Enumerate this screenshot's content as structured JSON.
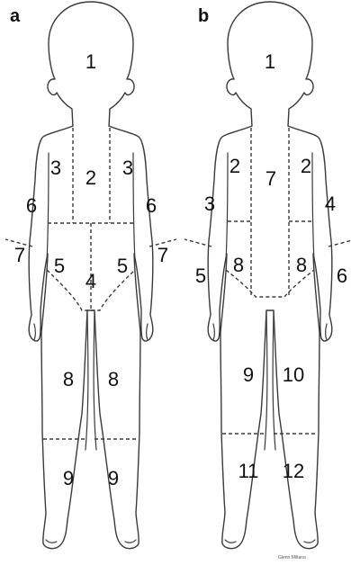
{
  "panels": [
    {
      "letter": "a",
      "regions": [
        "1",
        "3",
        "2",
        "3",
        "6",
        "6",
        "7",
        "5",
        "4",
        "5",
        "7",
        "8",
        "8",
        "9",
        "9"
      ]
    },
    {
      "letter": "b",
      "regions": [
        "1",
        "2",
        "7",
        "2",
        "3",
        "4",
        "8",
        "8",
        "5",
        "6",
        "9",
        "10",
        "11",
        "12"
      ]
    }
  ],
  "credit": "Glenn Miltano"
}
